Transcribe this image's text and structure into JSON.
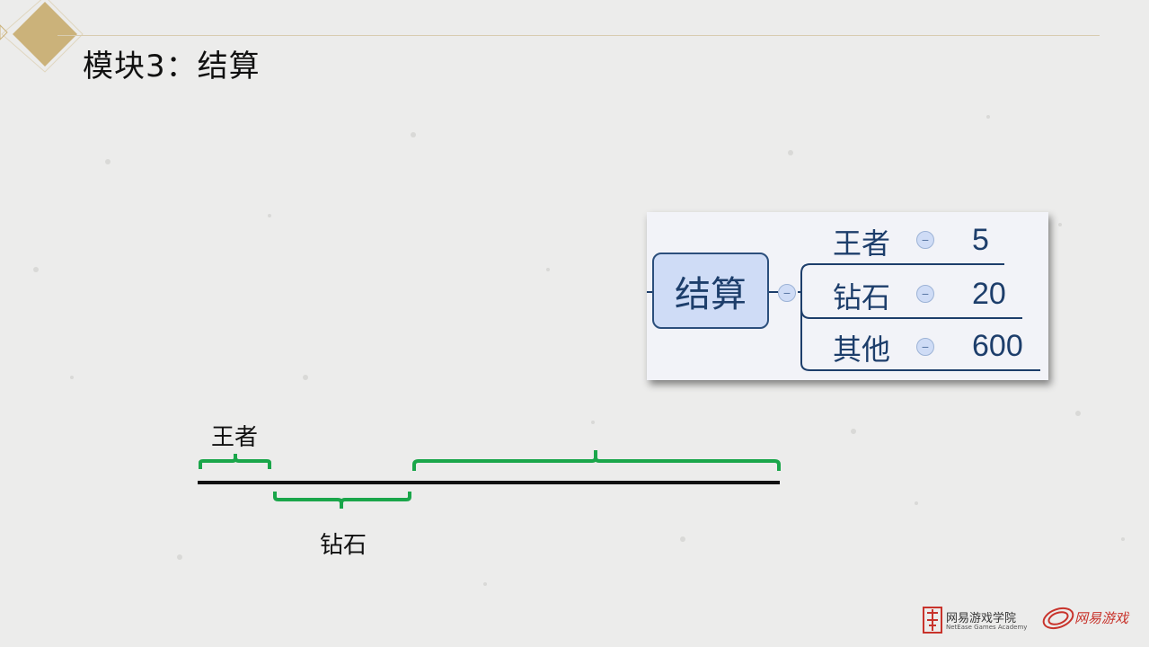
{
  "slide": {
    "title": "模块3：结算"
  },
  "mindmap": {
    "root": "结算",
    "branches": [
      {
        "label": "王者",
        "value": "5"
      },
      {
        "label": "钻石",
        "value": "20"
      },
      {
        "label": "其他",
        "value": "600"
      }
    ],
    "collapse_symbol": "−",
    "colors": {
      "node_fill": "#cfdcf6",
      "line": "#1d3e6b"
    }
  },
  "diagram": {
    "brace_labels": {
      "top": "王者",
      "bottom": "钻石"
    },
    "colors": {
      "brace": "#1aa64a",
      "line": "#111111"
    }
  },
  "footer": {
    "academy_name": "网易游戏学院",
    "academy_subtitle": "NetEase Games Academy",
    "games_logo_text": "网易游戏"
  }
}
